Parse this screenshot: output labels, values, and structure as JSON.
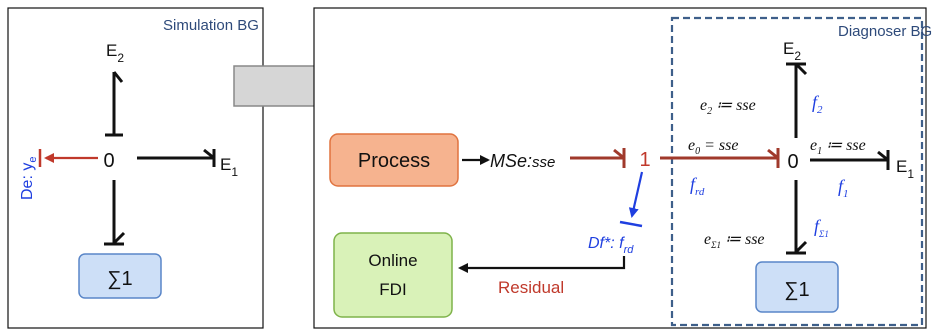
{
  "colors": {
    "black": "#111111",
    "blue": "#1f3fe0",
    "red": "#c0392b",
    "title_blue": "#2e4a7a",
    "diag_border": "#3e5f8a",
    "process_fill": "#f6b38f",
    "process_stroke": "#e0733f",
    "fdi_fill": "#d9f2b8",
    "fdi_stroke": "#7fb34a",
    "sigma_fill": "#cddff7",
    "sigma_stroke": "#5a86c8",
    "arrow_fill": "#d6d6d6",
    "arrow_stroke": "#888888"
  },
  "simulation": {
    "title": "Simulation BG",
    "junction": "0",
    "e2": "E",
    "e2_sub": "2",
    "e1": "E",
    "e1_sub": "1",
    "detector_label": "De: y",
    "detector_sub": "e",
    "sigma_box": "∑1"
  },
  "diagnoser": {
    "title": "Diagnoser BG",
    "process": "Process",
    "source": "MSe:",
    "source_value": "sse",
    "junction1": "1",
    "junction0": "0",
    "e2": "E",
    "e2_sub": "2",
    "e1": "E",
    "e1_sub": "1",
    "e2_eq": "e",
    "e2_eq_sub": "2",
    "e2_eq_rhs": " ≔ sse",
    "e0_eq": "e",
    "e0_eq_sub": "0",
    "e0_eq_rhs": " = sse",
    "e1_eq": "e",
    "e1_eq_sub": "1",
    "e1_eq_rhs": " ≔ sse",
    "esig_eq": "e",
    "esig_eq_sub": "Σ1",
    "esig_eq_rhs": " ≔ sse",
    "f2": "f",
    "f2_sub": "2",
    "frd": "f",
    "frd_sub": "rd",
    "f1": "f",
    "f1_sub": "1",
    "fsig": "f",
    "fsig_sub": "Σ1",
    "detector": "Df*: f",
    "detector_sub": "rd",
    "online_fdi_line1": "Online",
    "online_fdi_line2": "FDI",
    "residual": "Residual",
    "sigma_box": "∑1"
  }
}
